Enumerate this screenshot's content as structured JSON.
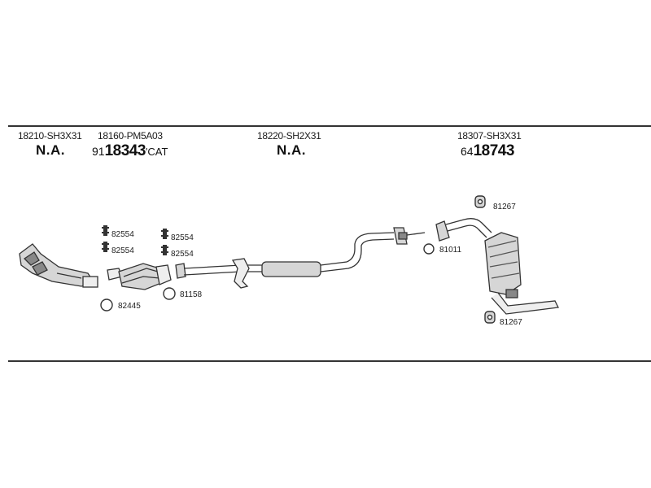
{
  "header": [
    {
      "ref": "18210-SH3X31",
      "na": "N.A."
    },
    {
      "ref": "18160-PM5A03",
      "prefix": "91",
      "number": "18343",
      "suffix": "'CAT"
    },
    {
      "ref": "18220-SH2X31",
      "na": "N.A."
    },
    {
      "ref": "18307-SH3X31",
      "prefix": "64",
      "number": "18743"
    }
  ],
  "parts": {
    "p82554a": "82554",
    "p82554b": "82554",
    "p82554c": "82554",
    "p82554d": "82554",
    "p82445": "82445",
    "p81158": "81158",
    "p81011": "81011",
    "p81267a": "81267",
    "p81267b": "81267"
  },
  "colors": {
    "line": "#333333",
    "part_fill": "#d6d6d6",
    "part_dark": "#555555"
  }
}
